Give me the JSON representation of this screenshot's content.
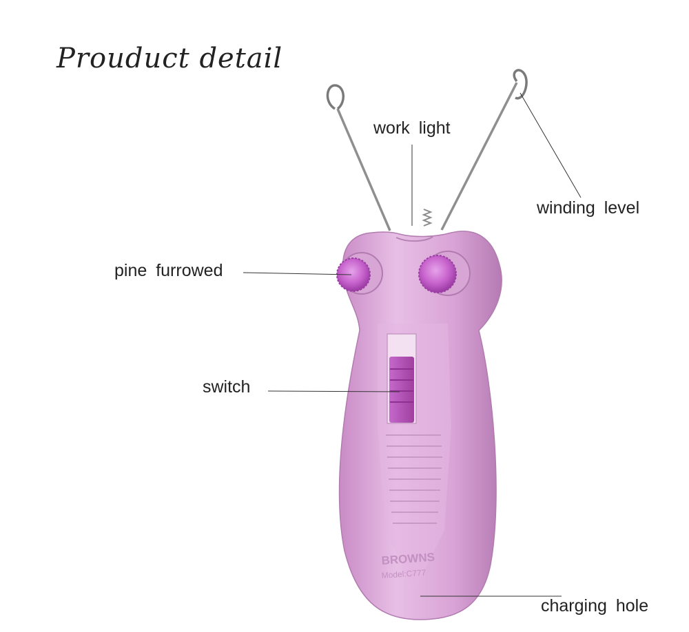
{
  "page": {
    "title": "Prouduct detail"
  },
  "labels": {
    "work_light": "work  light",
    "winding_level": "winding  level",
    "pine_furrowed": "pine  furrowed",
    "switch": "switch",
    "charging_hole": "charging  hole"
  },
  "device": {
    "brand_text": "BROWNS",
    "model_text": "Model:C777",
    "body_color": "#d59fd3",
    "knob_color": "#c05cc6",
    "switch_color": "#b24fbf"
  }
}
